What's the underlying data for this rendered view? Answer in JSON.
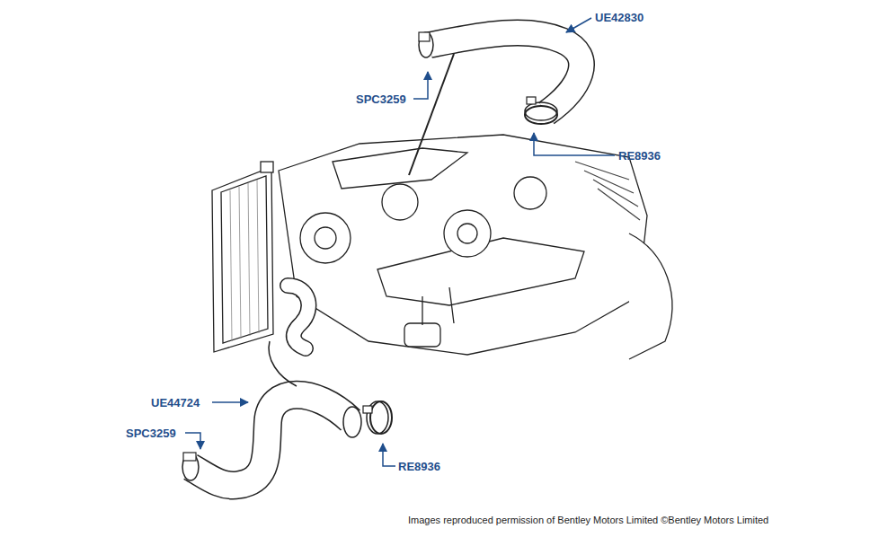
{
  "diagram": {
    "labels": [
      "UE42830",
      "SPC3259",
      "RE8936",
      "UE44724",
      "SPC3259",
      "RE8936",
      "Images reproduced permission of Bentley Motors Limited ©Bentley Motors Limited"
    ]
  }
}
